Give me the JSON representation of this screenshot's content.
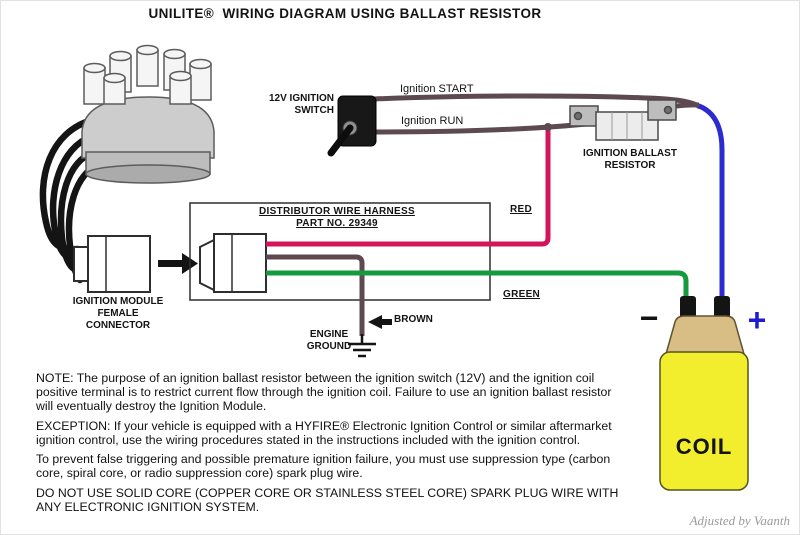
{
  "title": "UNILITE®  WIRING DIAGRAM USING BALLAST RESISTOR",
  "components": {
    "ignition_switch": "12V IGNITION\nSWITCH",
    "ballast_resistor": "IGNITION BALLAST\nRESISTOR",
    "harness": "DISTRIBUTOR WIRE HARNESS\nPART NO. 29349",
    "module_connector": "IGNITION MODULE\nFEMALE CONNECTOR",
    "engine_ground": "ENGINE\nGROUND",
    "coil": "COIL",
    "coil_minus": "−",
    "coil_plus": "+"
  },
  "wires": {
    "ignition_start": "Ignition START",
    "ignition_run": "Ignition RUN",
    "red": "RED",
    "green": "GREEN",
    "brown": "BROWN"
  },
  "notes": [
    "NOTE: The purpose of an ignition ballast resistor between the ignition switch (12V) and the ignition coil positive terminal is to restrict current flow through the ignition coil. Failure to use an ignition ballast resistor will eventually destroy the Ignition Module.",
    "EXCEPTION: If your vehicle is equipped with a HYFIRE® Electronic Ignition Control or similar aftermarket ignition control, use the wiring procedures stated in the instructions included with the ignition control.",
    "To prevent false triggering and possible premature ignition failure, you must use suppression type (carbon core, spiral core, or radio suppression core) spark plug wire.",
    "DO NOT USE SOLID CORE (COPPER CORE OR STAINLESS STEEL CORE) SPARK PLUG WIRE WITH ANY ELECTRONIC IGNITION SYSTEM."
  ],
  "watermark": "Adjusted by Vaanth",
  "colors": {
    "red_wire": "#d4145a",
    "green_wire": "#169a3e",
    "brown_wire": "#5d4a50",
    "blue_wire": "#2b2bd0",
    "switch_wire": "#5d4a50",
    "black_wire": "#141414",
    "coil_body": "#f2ee2e",
    "coil_cap": "#d8bd84",
    "plus_sign": "#1b1bd0"
  }
}
